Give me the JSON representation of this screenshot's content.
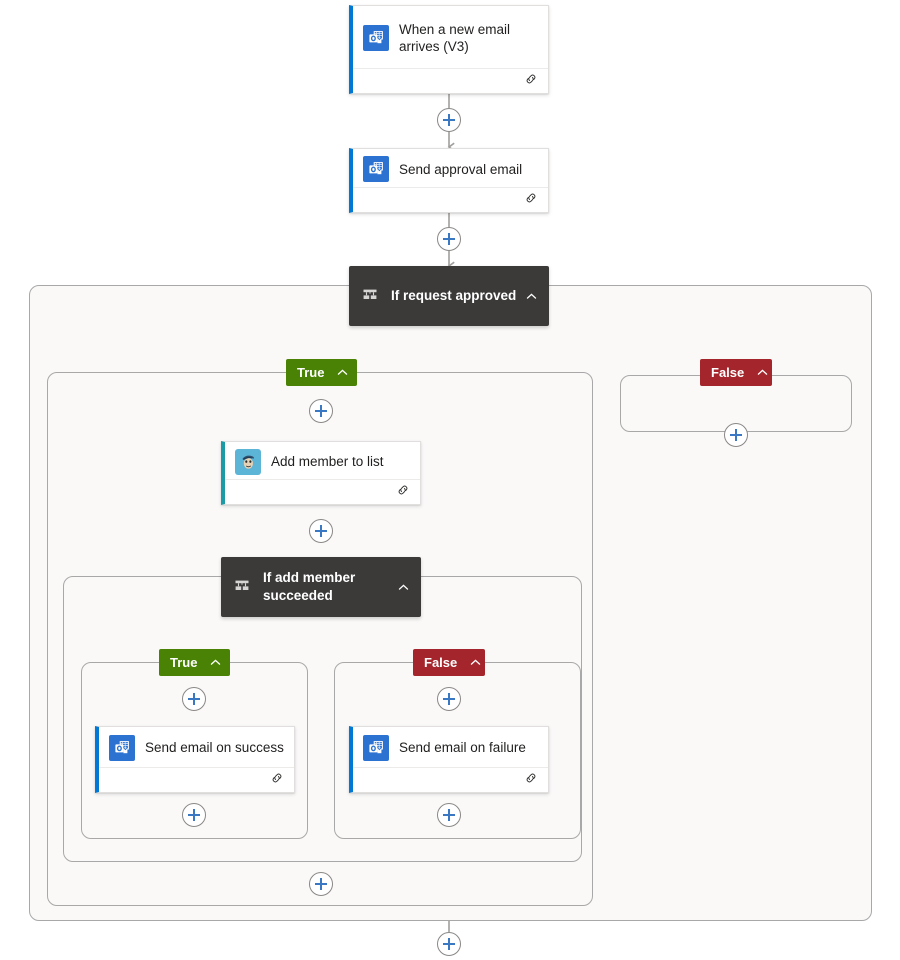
{
  "flow": {
    "title": "Power Automate flow designer canvas",
    "colors": {
      "accent_blue": "#0078d4",
      "true_green": "#498205",
      "false_red": "#a4262c",
      "condition_dark": "#3b3a39",
      "scope_bg": "#faf9f8",
      "teal_accent": "#1b9ba5",
      "plus_blue": "#3b78c3",
      "connector_gray": "#a19f9d"
    },
    "nodes": {
      "trigger": {
        "label": "When a new email arrives (V3)",
        "icon": "outlook-icon",
        "footer_icon": "link-icon"
      },
      "send_approval": {
        "label": "Send approval email",
        "icon": "outlook-icon",
        "footer_icon": "link-icon"
      },
      "if_request_approved": {
        "label": "If request approved",
        "icon": "condition-icon",
        "chevron": "chevron-up-icon"
      },
      "branch_true_outer": {
        "label": "True",
        "chevron": "chevron-up-icon"
      },
      "branch_false_outer": {
        "label": "False",
        "chevron": "chevron-up-icon"
      },
      "add_member": {
        "label": "Add member to list",
        "icon": "mailchimp-icon",
        "footer_icon": "link-icon"
      },
      "if_add_member_succeeded": {
        "label": "If add member succeeded",
        "icon": "condition-icon",
        "chevron": "chevron-up-icon"
      },
      "branch_true_inner": {
        "label": "True",
        "chevron": "chevron-up-icon"
      },
      "branch_false_inner": {
        "label": "False",
        "chevron": "chevron-up-icon"
      },
      "send_success": {
        "label": "Send email on success",
        "icon": "outlook-icon",
        "footer_icon": "link-icon"
      },
      "send_failure": {
        "label": "Send email on failure",
        "icon": "outlook-icon",
        "footer_icon": "link-icon"
      }
    },
    "add_buttons": [
      {
        "name": "add-step-after-trigger"
      },
      {
        "name": "add-step-after-send-approval"
      },
      {
        "name": "add-step-true-before-add-member"
      },
      {
        "name": "add-step-false-outer-empty"
      },
      {
        "name": "add-step-true-after-add-member"
      },
      {
        "name": "add-step-inner-true-before-send-success"
      },
      {
        "name": "add-step-inner-false-before-send-failure"
      },
      {
        "name": "add-step-inner-true-after-send-success"
      },
      {
        "name": "add-step-inner-false-after-send-failure"
      },
      {
        "name": "add-step-outer-true-bottom"
      },
      {
        "name": "add-step-flow-bottom"
      }
    ]
  }
}
